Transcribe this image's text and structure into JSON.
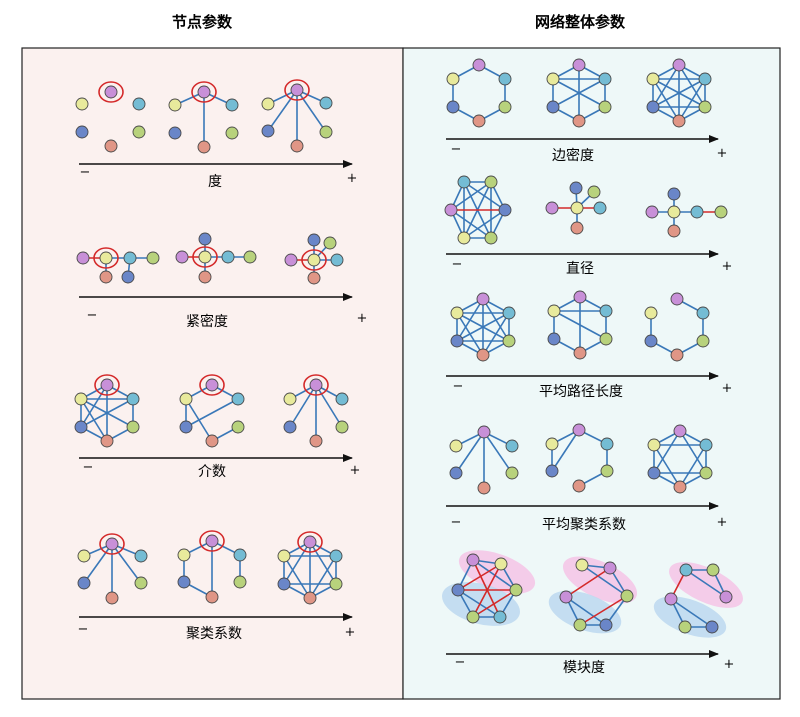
{
  "headers": {
    "left": "节点参数",
    "right": "网络整体参数"
  },
  "colors": {
    "left_panel_bg": "#fbf1ef",
    "right_panel_bg": "#eef8f8",
    "edge": "#3a78b8",
    "edge_highlight": "#d42a2a",
    "node_purple": "#c890d8",
    "node_blue": "#6a86c8",
    "node_salmon": "#e09686",
    "node_green": "#b8d27c",
    "node_yellow": "#e8ea9c",
    "node_cyan": "#74bcd4",
    "module_pink": "#f4c4e6",
    "module_blue": "#bcd8f0"
  },
  "left_rows": [
    {
      "label": "度",
      "minus": "−",
      "plus": "+"
    },
    {
      "label": "紧密度",
      "minus": "−",
      "plus": "+"
    },
    {
      "label": "介数",
      "minus": "−",
      "plus": "+"
    },
    {
      "label": "聚类系数",
      "minus": "−",
      "plus": "+"
    }
  ],
  "right_rows": [
    {
      "label": "边密度",
      "minus": "−",
      "plus": "+"
    },
    {
      "label": "直径",
      "minus": "−",
      "plus": "+"
    },
    {
      "label": "平均路径长度",
      "minus": "−",
      "plus": "+"
    },
    {
      "label": "平均聚类系数",
      "minus": "−",
      "plus": "+"
    },
    {
      "label": "模块度",
      "minus": "−",
      "plus": "+"
    }
  ]
}
